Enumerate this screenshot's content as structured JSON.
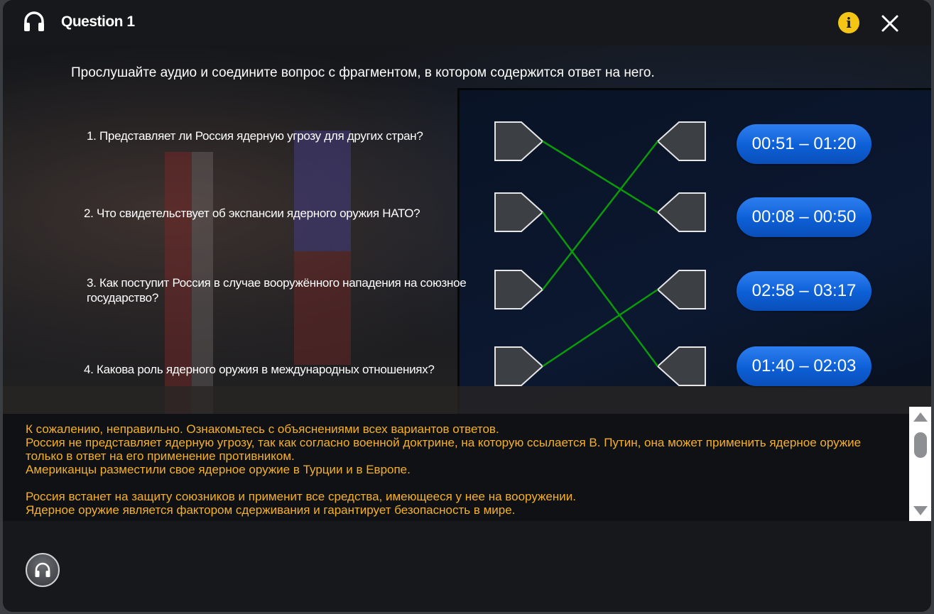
{
  "header": {
    "title": "Question 1",
    "info_label": "i"
  },
  "instruction": "Прослушайте аудио и соедините вопрос  с фрагментом, в котором содержится ответ на него.",
  "questions": [
    {
      "text": "1. Представляет ли Россия ядерную угрозу для других стран?"
    },
    {
      "text": "2. Что свидетельствует об экспансии ядерного оружия НАТО?"
    },
    {
      "text": "3. Как поступит Россия в случае вооружённого нападения на союзное государство?"
    },
    {
      "text": "4. Какова роль ядерного оружия в международных отношениях?"
    }
  ],
  "answers": [
    {
      "label": "00:51 – 01:20"
    },
    {
      "label": "00:08 – 00:50"
    },
    {
      "label": "02:58 – 03:17"
    },
    {
      "label": "01:40 – 02:03"
    }
  ],
  "connections": [
    [
      0,
      1
    ],
    [
      1,
      3
    ],
    [
      2,
      0
    ],
    [
      3,
      2
    ]
  ],
  "colors": {
    "connection_line": "#0b9a0b",
    "answer_button": "#0d5fd6",
    "feedback_text": "#f4b125",
    "info_badge": "#f5c515"
  },
  "feedback": {
    "lines": [
      "К сожалению, неправильно. Ознакомьтесь с объяснениями всех вариантов ответов.",
      "Россия не представляет ядерную угрозу, так как согласно военной доктрине, на которую ссылается В. Путин, она может применить ядерное оружие только в ответ на его применение противником.",
      "Американцы разместили свое ядерное оружие в Турции и в Европе.",
      "",
      "Россия встанет на защиту союзников и применит все средства, имеющееся у нее на вооружении.",
      "Ядерное оружие является фактором сдерживания и гарантирует безопасность в мире."
    ]
  },
  "icons": {
    "title": "headphones-icon",
    "info": "info-icon",
    "close": "close-icon",
    "audio": "headphones-icon"
  }
}
